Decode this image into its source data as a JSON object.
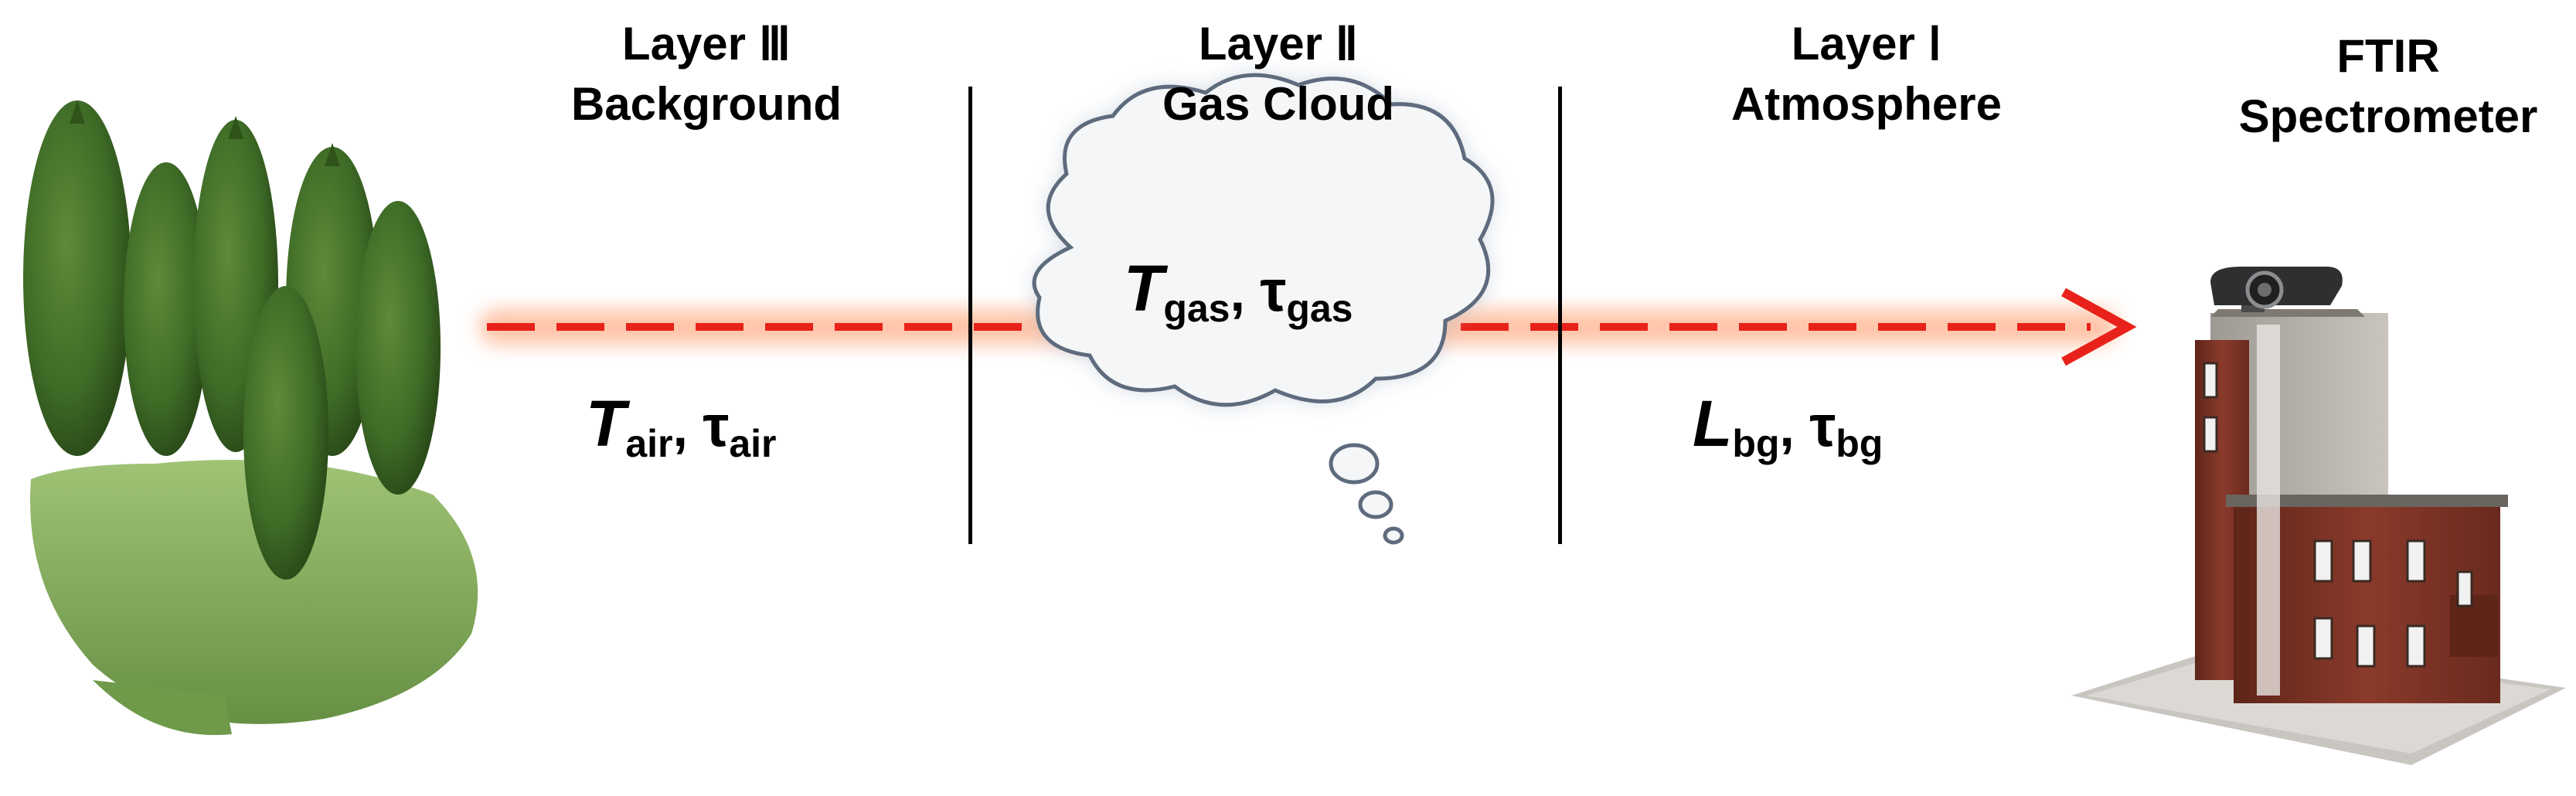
{
  "layers": [
    {
      "line1": "Layer Ⅲ",
      "line2": "Background"
    },
    {
      "line1": "Layer Ⅱ",
      "line2": "Gas Cloud"
    },
    {
      "line1": "Layer Ⅰ",
      "line2": "Atmosphere"
    }
  ],
  "instrument": {
    "line1": "FTIR",
    "line2": "Spectrometer"
  },
  "params": {
    "air": {
      "symbol": "T",
      "sub": "air",
      "sep": ",",
      "tau": "τ",
      "tau_sub": "air"
    },
    "gas": {
      "symbol": "T",
      "sub": "gas",
      "sep": ",",
      "tau": "τ",
      "tau_sub": "gas"
    },
    "bg": {
      "symbol": "L",
      "sub": "bg",
      "sep": ",",
      "tau": "τ",
      "tau_sub": "bg"
    }
  },
  "colors": {
    "beam": "#e8221a",
    "beam_glow": "#ffb08a",
    "tree": "#3e6b26",
    "grass": "#7fa85a",
    "brick": "#7a3326",
    "tower": "#b9b4ae",
    "cloud_stroke": "#5d6b7d"
  },
  "icons": [
    "tree-group-icon",
    "cloud-icon",
    "ftir-building-icon",
    "arrow-head-icon"
  ]
}
